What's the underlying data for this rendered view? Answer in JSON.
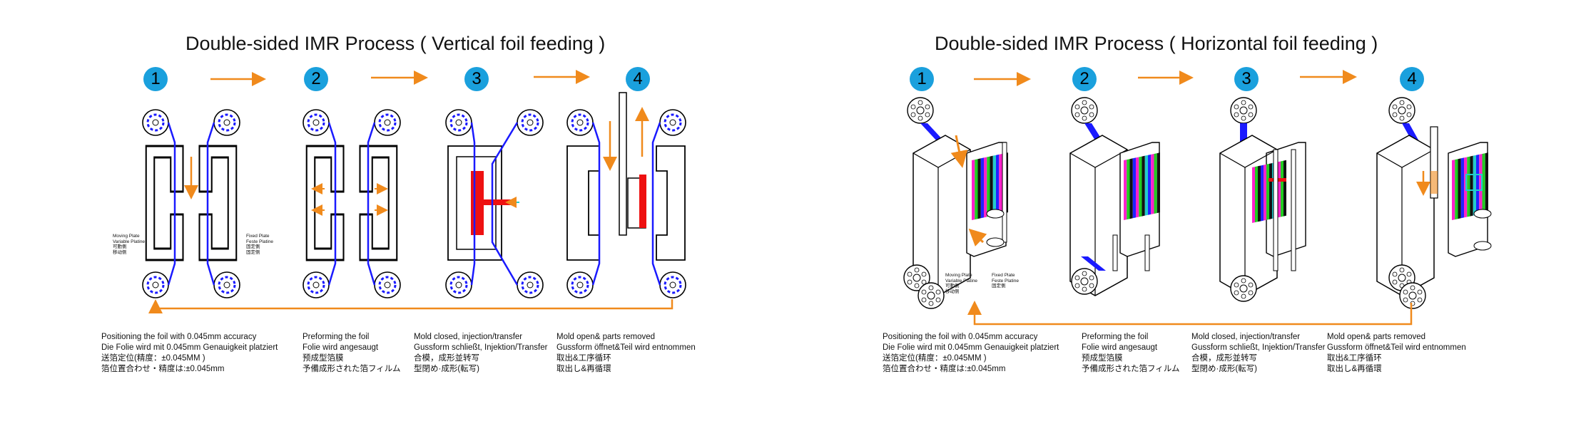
{
  "colors": {
    "step_circle": "#1aa0dd",
    "arrow": "#f08a1c",
    "foil": "#1a1aff",
    "resin": "#ee1111",
    "mold_outline": "#000000"
  },
  "left": {
    "title": "Double-sided IMR Process ( Vertical foil feeding )",
    "steps": [
      "1",
      "2",
      "3",
      "4"
    ],
    "labels": {
      "moving": [
        "Moving Plate",
        "Variable Platine",
        "可動側",
        "移动侧"
      ],
      "fixed": [
        "Fixed Plate",
        "Feste Platine",
        "固定側",
        "固定侧"
      ]
    },
    "captions": [
      [
        "Positioning  the foil with 0.045mm accuracy",
        "Die Folie wird mit 0.045mm Genauigkeit  platziert",
        "送箔定位(精度：±0.045MM )",
        "箔位置合わせ・精度は:±0.045mm"
      ],
      [
        "Preforming the foil",
        "Folie wird angesaugt",
        "预成型箔膜",
        "予備成形された箔フィルム"
      ],
      [
        "Mold closed, injection/transfer",
        "Gussform schließt, Injektion/Transfer",
        "合模，成形並转写",
        "型閉め·成形(転写)"
      ],
      [
        "Mold open& parts removed",
        "Gussform öffnet&Teil wird entnommen",
        "取出&工序循环",
        "取出し&再循環"
      ]
    ]
  },
  "right": {
    "title": "Double-sided IMR Process ( Horizontal foil feeding )",
    "steps": [
      "1",
      "2",
      "3",
      "4"
    ],
    "labels": {
      "moving": [
        "Moving Plate",
        "Variable Platine",
        "可動側",
        "移动侧"
      ],
      "fixed": [
        "Fixed Plate",
        "Feste Platine",
        "固定側"
      ]
    },
    "captions": [
      [
        "Positioning  the foil with 0.045mm accuracy",
        "Die Folie wird mit 0.045mm Genauigkeit  platziert",
        "送箔定位(精度：±0.045MM )",
        "箔位置合わせ・精度は:±0.045mm"
      ],
      [
        "Preforming the foil",
        "Folie wird angesaugt",
        "预成型箔膜",
        "予備成形された箔フィルム"
      ],
      [
        "Mold closed, injection/transfer",
        "Gussform schließt, Injektion/Transfer",
        "合模，成形並转写",
        "型閉め·成形(転写)"
      ],
      [
        "Mold open& parts removed",
        "Gussform öffnet&Teil wird entnommen",
        "取出&工序循环",
        "取出し&再循環"
      ]
    ]
  }
}
